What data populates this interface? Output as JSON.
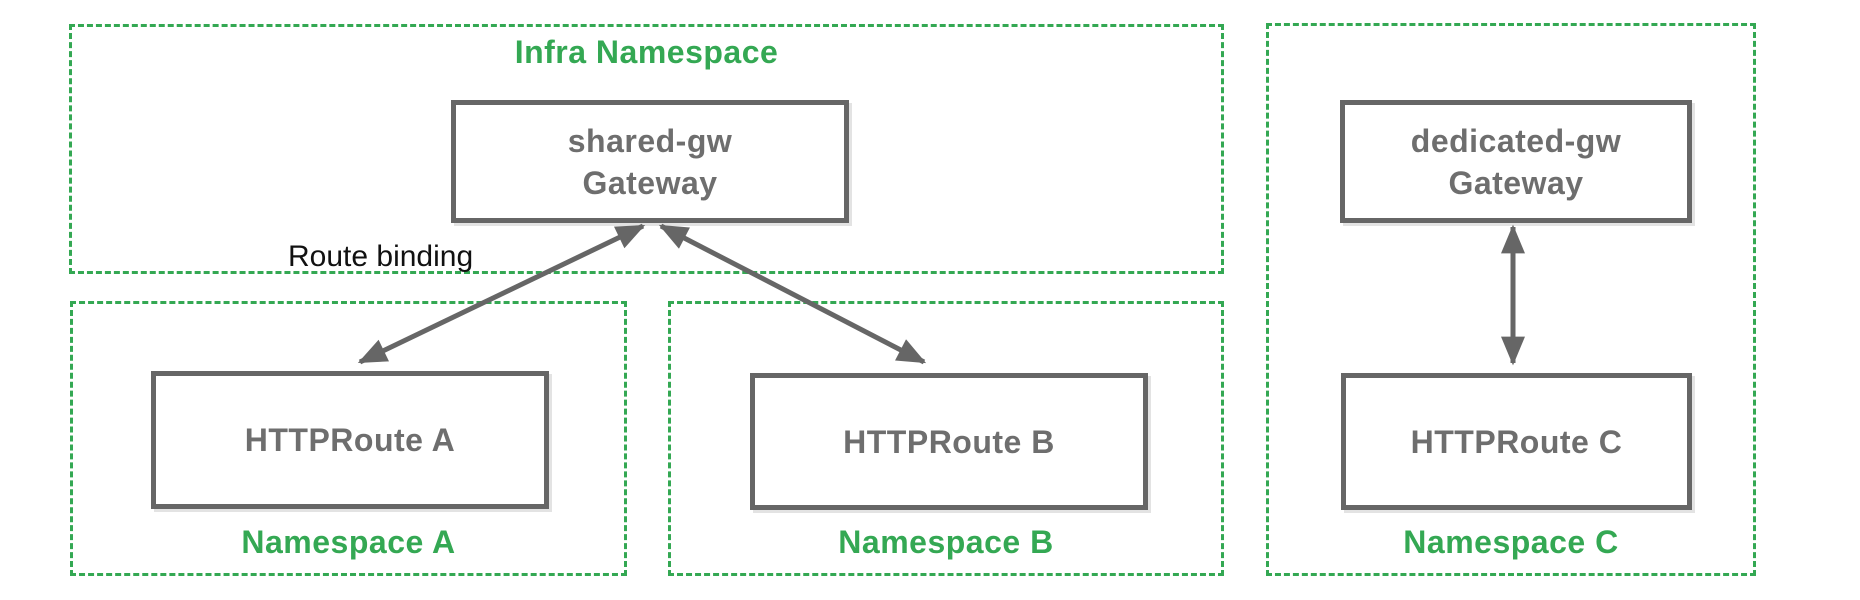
{
  "namespaces": {
    "infra": {
      "label": "Infra Namespace"
    },
    "a": {
      "label": "Namespace A"
    },
    "b": {
      "label": "Namespace B"
    },
    "c": {
      "label": "Namespace C"
    }
  },
  "nodes": {
    "shared_gw": {
      "line1": "shared-gw",
      "line2": "Gateway"
    },
    "dedicated_gw": {
      "line1": "dedicated-gw",
      "line2": "Gateway"
    },
    "route_a": {
      "label": "HTTPRoute A"
    },
    "route_b": {
      "label": "HTTPRoute B"
    },
    "route_c": {
      "label": "HTTPRoute C"
    }
  },
  "labels": {
    "route_binding": "Route binding"
  },
  "edges": [
    {
      "from": "HTTPRoute A",
      "to": "shared-gw Gateway",
      "arrows": "both",
      "label": "Route binding"
    },
    {
      "from": "HTTPRoute B",
      "to": "shared-gw Gateway",
      "arrows": "both"
    },
    {
      "from": "HTTPRoute C",
      "to": "dedicated-gw Gateway",
      "arrows": "both"
    }
  ],
  "colors": {
    "namespace_green": "#34A853",
    "box_gray": "#666666",
    "box_text_gray": "#6e6e6e",
    "annotation_black": "#111111",
    "background": "#ffffff"
  }
}
